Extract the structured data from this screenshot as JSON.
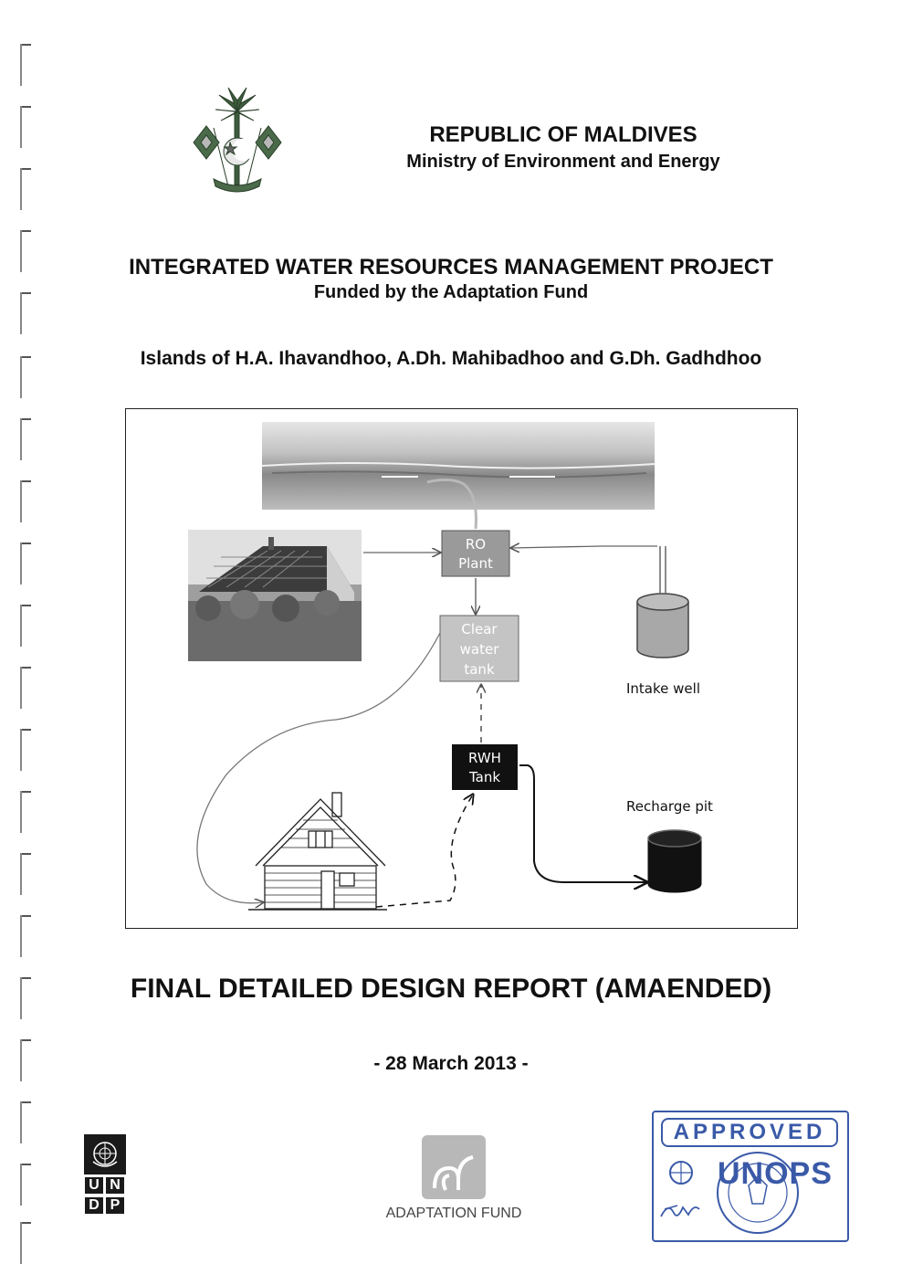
{
  "header": {
    "country": "REPUBLIC OF MALDIVES",
    "ministry": "Ministry of Environment and Energy"
  },
  "project": {
    "title": "INTEGRATED WATER RESOURCES MANAGEMENT PROJECT",
    "funding": "Funded by the Adaptation Fund",
    "islands": "Islands of H.A. Ihavandhoo, A.Dh. Mahibadhoo and G.Dh. Gadhdhoo"
  },
  "diagram": {
    "ro_plant": [
      "RO",
      "Plant"
    ],
    "clear_water_tank": [
      "Clear",
      "water",
      "tank"
    ],
    "rwh_tank": [
      "RWH",
      "Tank"
    ],
    "intake_well": "Intake well",
    "recharge_pit": "Recharge pit"
  },
  "report": {
    "title": "FINAL DETAILED DESIGN REPORT (AMAENDED)",
    "date": "- 28 March 2013 -"
  },
  "logos": {
    "undp": [
      "U",
      "N",
      "D",
      "P"
    ],
    "adaptation_fund": "ADAPTATION FUND",
    "stamp_approved": "APPROVED",
    "stamp_org": "UNOPS"
  },
  "colors": {
    "stamp_blue": "#3a5aa8",
    "tank_grey": "#a8a8a8",
    "emblem_green": "#3d5c3d"
  }
}
